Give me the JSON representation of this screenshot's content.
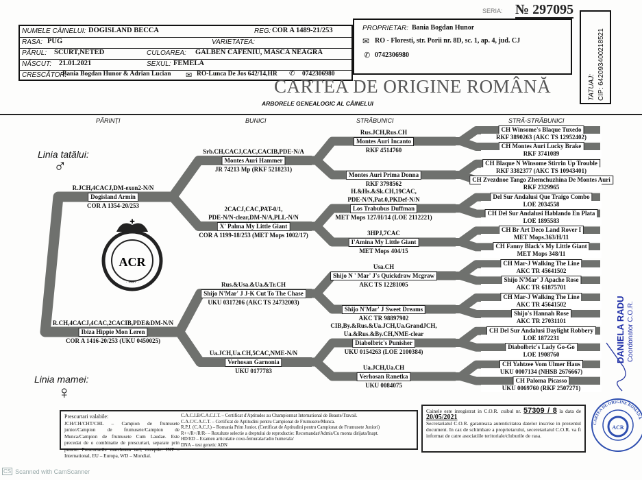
{
  "serial": {
    "label": "SERIA:",
    "number": "№ 297095"
  },
  "dog": {
    "name_label": "NUMELE CÂINELUI:",
    "name": "DOGISLAND BECCA",
    "reg_label": "REG:",
    "reg": "COR A 1489-21/253",
    "breed_label": "RASA:",
    "breed": "PUG",
    "variety_label": "VARIETATEA:",
    "variety": "",
    "coat_label": "PĂRUL:",
    "coat": "SCURT,NETED",
    "color_label": "CULOAREA:",
    "color": "GALBEN CAFENIU, MASCA NEAGRA",
    "born_label": "NĂSCUT:",
    "born": "21.01.2021",
    "sex_label": "SEXUL:",
    "sex": "FEMELA",
    "breeder_label": "CRESCĂTOR:",
    "breeder": "Bania Bogdan Hunor & Adrian Lucian",
    "breeder_address": "RO-Lunca De Jos 642/14,HR",
    "breeder_phone": "0742306980"
  },
  "owner": {
    "label": "PROPRIETAR:",
    "name": "Bania Bogdan Hunor",
    "address": "RO - Floresti, str. Porii nr. 8D, sc. 1, ap. 4, jud. CJ",
    "phone": "0742306980"
  },
  "tatuaj": {
    "label": "TATUAJ:",
    "cip": "CIP: 642093400218521"
  },
  "title": "CARTEA DE ORIGINE ROMÂNĂ",
  "subtitle": "ARBORELE GENEALOGIC AL CÂINELUI",
  "columns": [
    "PĂRINȚI",
    "BUNICI",
    "STRĂBUNICI",
    "STRĂ-STRĂBUNICI"
  ],
  "father_line": "Linia tatălui:",
  "mother_line": "Linia mamei:",
  "icons": {
    "male": "male-symbol-icon",
    "female": "female-symbol-icon",
    "mail": "envelope-icon",
    "phone": "phone-icon"
  },
  "logo": {
    "text": "ASOCIATIA CHINOLOGICA ROMANA · 1927 ·",
    "letters": "ACR"
  },
  "pedigree": {
    "parents": [
      {
        "titles": [
          "R.JCH,4CACJ,DM-exon2-N/N"
        ],
        "name": "Dogisland Armin",
        "reg": "COR A 1354-20/253"
      },
      {
        "titles": [
          "R.CH,4CACJ,4CAC,2CACIB,PDE&DM-N/N"
        ],
        "name": "Ibiza Hippie Mon Leren",
        "reg": "COR A 1416-20/253 (UKU 0450025)"
      }
    ],
    "grandparents": [
      {
        "titles": [
          "Srb.CH,CACJ,CAC,CACIB,PDE-N/A"
        ],
        "name": "Montes Auri Hammer",
        "reg": "JR 74213 Mp (RKF 5218231)"
      },
      {
        "titles": [
          "2CACJ,CAC,PAT-0/1,",
          "PDE-N/N-clear,DM-N/A,PLL-N/N"
        ],
        "name": "X' Palma My Little Giant",
        "reg": "COR A 1199-18/253 (MET Mops 1002/17)"
      },
      {
        "titles": [
          "Rus.&Usa.&Ua.&Tr.CH"
        ],
        "name": "Shijo N'Mar' J J-K Cut To The Chase",
        "reg": "UKU 0317206 (AKC TS 24732003)"
      },
      {
        "titles": [
          "Ua.JCH,Ua.CH,5CAC,NME-N/N"
        ],
        "name": "Verhosan Garnonia",
        "reg": "UKU 0177783"
      }
    ],
    "great_grandparents": [
      {
        "titles": [
          "Rus.JCH,Rus.CH"
        ],
        "name": "Montes Auri Incanto",
        "reg": "RKF 4514760"
      },
      {
        "titles": [],
        "name": "Montes Auri Prima Donna",
        "reg": "RKF 3798562"
      },
      {
        "titles": [
          "H.&Hs.&Sk.CH,19CAC,",
          "PDE-N/N,Pat.0,PKDef-N/N"
        ],
        "name": "Los Trabubus Duffman",
        "reg": "MET Mops 127/H/14 (LOE 2112221)"
      },
      {
        "titles": [
          "3HPJ,7CAC"
        ],
        "name": "I'Amina My Little Giant",
        "reg": "MET Mops 404/15"
      },
      {
        "titles": [
          "Usa.CH"
        ],
        "name": "Shijo N ' Mar' J's Quickdraw Mcgraw",
        "reg": "AKC TS 12281005"
      },
      {
        "titles": [],
        "name": "Shijo N'Mar' J Sweet Dreams",
        "reg": "AKC TR 98897902"
      },
      {
        "titles": [
          "CIB,By.&Rus.&Ua.JCH,Ua.GrandJCH,",
          "Ua.&Rus.&By.CH,NME-clear"
        ],
        "name": "Diabolbric's Punisher",
        "reg": "UKU 0154263 (LOE 2100384)"
      },
      {
        "titles": [
          "Ua.JCH,Ua.CH"
        ],
        "name": "Verhosan Ranetka",
        "reg": "UKU 0084075"
      }
    ],
    "great_great_grandparents": [
      {
        "name": "CH Winsome's Blaque Tuxedo",
        "reg": "RKF 3890263 (AKC TS 12952402)"
      },
      {
        "name": "CH Montes Auri Lucky Brake",
        "reg": "RKF 3741089"
      },
      {
        "name": "CH Blaque N Winsome Stirrin Up Trouble",
        "reg": "RKF 3382377 (AKC TS 10943401)"
      },
      {
        "name": "CH Zvezdnoe Tango Zhemchuzhina De Montes Auri",
        "reg": "RKF 2329965"
      },
      {
        "name": "Del Sur Andalusi Que Traigo Combo",
        "reg": "LOE 2034558"
      },
      {
        "name": "CH Del Sur Andalusi Hablando En Plata",
        "reg": "LOE 1895583"
      },
      {
        "name": "CH Br Art Deco Land Rover I",
        "reg": "MET Mops.363/H/11"
      },
      {
        "name": "CH Fanny Black's My Little Giant",
        "reg": "MET Mops 348/11"
      },
      {
        "name": "CH Mar-J Walking The Line",
        "reg": "AKC TR 45641502"
      },
      {
        "name": "Shijo N'Mar' J Apache Rose",
        "reg": "AKC TR 61875701"
      },
      {
        "name": "CH Mar-J Walking The Line",
        "reg": "AKC TR 45641502"
      },
      {
        "name": "Shijo's Hannah Rose",
        "reg": "AKC TR 27031101"
      },
      {
        "name": "CH Del Sur Andalusi Daylight Robbery",
        "reg": "LOE 1872231"
      },
      {
        "name": "Diabolbric's Lady Go-Go",
        "reg": "LOE 1908760"
      },
      {
        "name": "CH Yahtzee Vom Ulmer Haus",
        "reg": "UKU 0007134 (NHSB 2676667)"
      },
      {
        "name": "CH Paloma Picasso",
        "reg": "UKU 0069760 (RKF 2507271)"
      }
    ]
  },
  "legend": {
    "heading": "Prescurtari valabile:",
    "left": "JCH/CH/CHT/CHL – Campion de frumusete junior/Campion de frumusete/Campion de Munca/Campion de frumusete Cum Laudae. Este precedat de o combinatie de prescurtari, separate prin puncte. Prescurtarile marcheaza tari, exceptie: INT – International, EU – Europa, WD – Mondial.",
    "right": [
      "C.A.C.I.B/C.A.C.I.T. – Certificat d'Aptitudes au Championnat International de Beaute/Travail.",
      "C.A.C/C.A.C.T. – Certificat de Aptitudini pentru Campionat de Frumusete/Munca.",
      "R.P.J. (C.A.C.J.) – Romania Prim Junior. (Certificat de Aptitudini pentru Campionat de Frumusete Juniori)",
      "R++/R+/R/R- – Rezultate selectie a dreptului de reproductie: Recomandat/Admis/Cu monta dirijata/Inapt.",
      "HD/ED – Examen articulatie coxo-femurala/radio humerala/",
      "DNA – test genetic ADN"
    ]
  },
  "registration": {
    "prefix": "Cainele este inregistrat in C.O.R. cuibul nr.",
    "number": "57309 / 8",
    "mid": "la data",
    "date": "20/05/2021",
    "text": "Secretariatul C.O.R. garanteaza autenticitatea datelor inscrise in prezentul document. In caz de schimbare a proprietarului, seceretariatul C.O.R. va fi informat de catre asociatiile teritoriale/cluburile de rasa."
  },
  "stamp": {
    "text": "CARTEA DE ORIGINE ROMÂNĂ · FCI ROMANIAN STUDBOOK"
  },
  "signature": {
    "name": "DANIELA RADU",
    "role": "Coordonator C.O.R."
  },
  "scanner": {
    "badge": "CS",
    "text": "Scanned with CamScanner"
  }
}
